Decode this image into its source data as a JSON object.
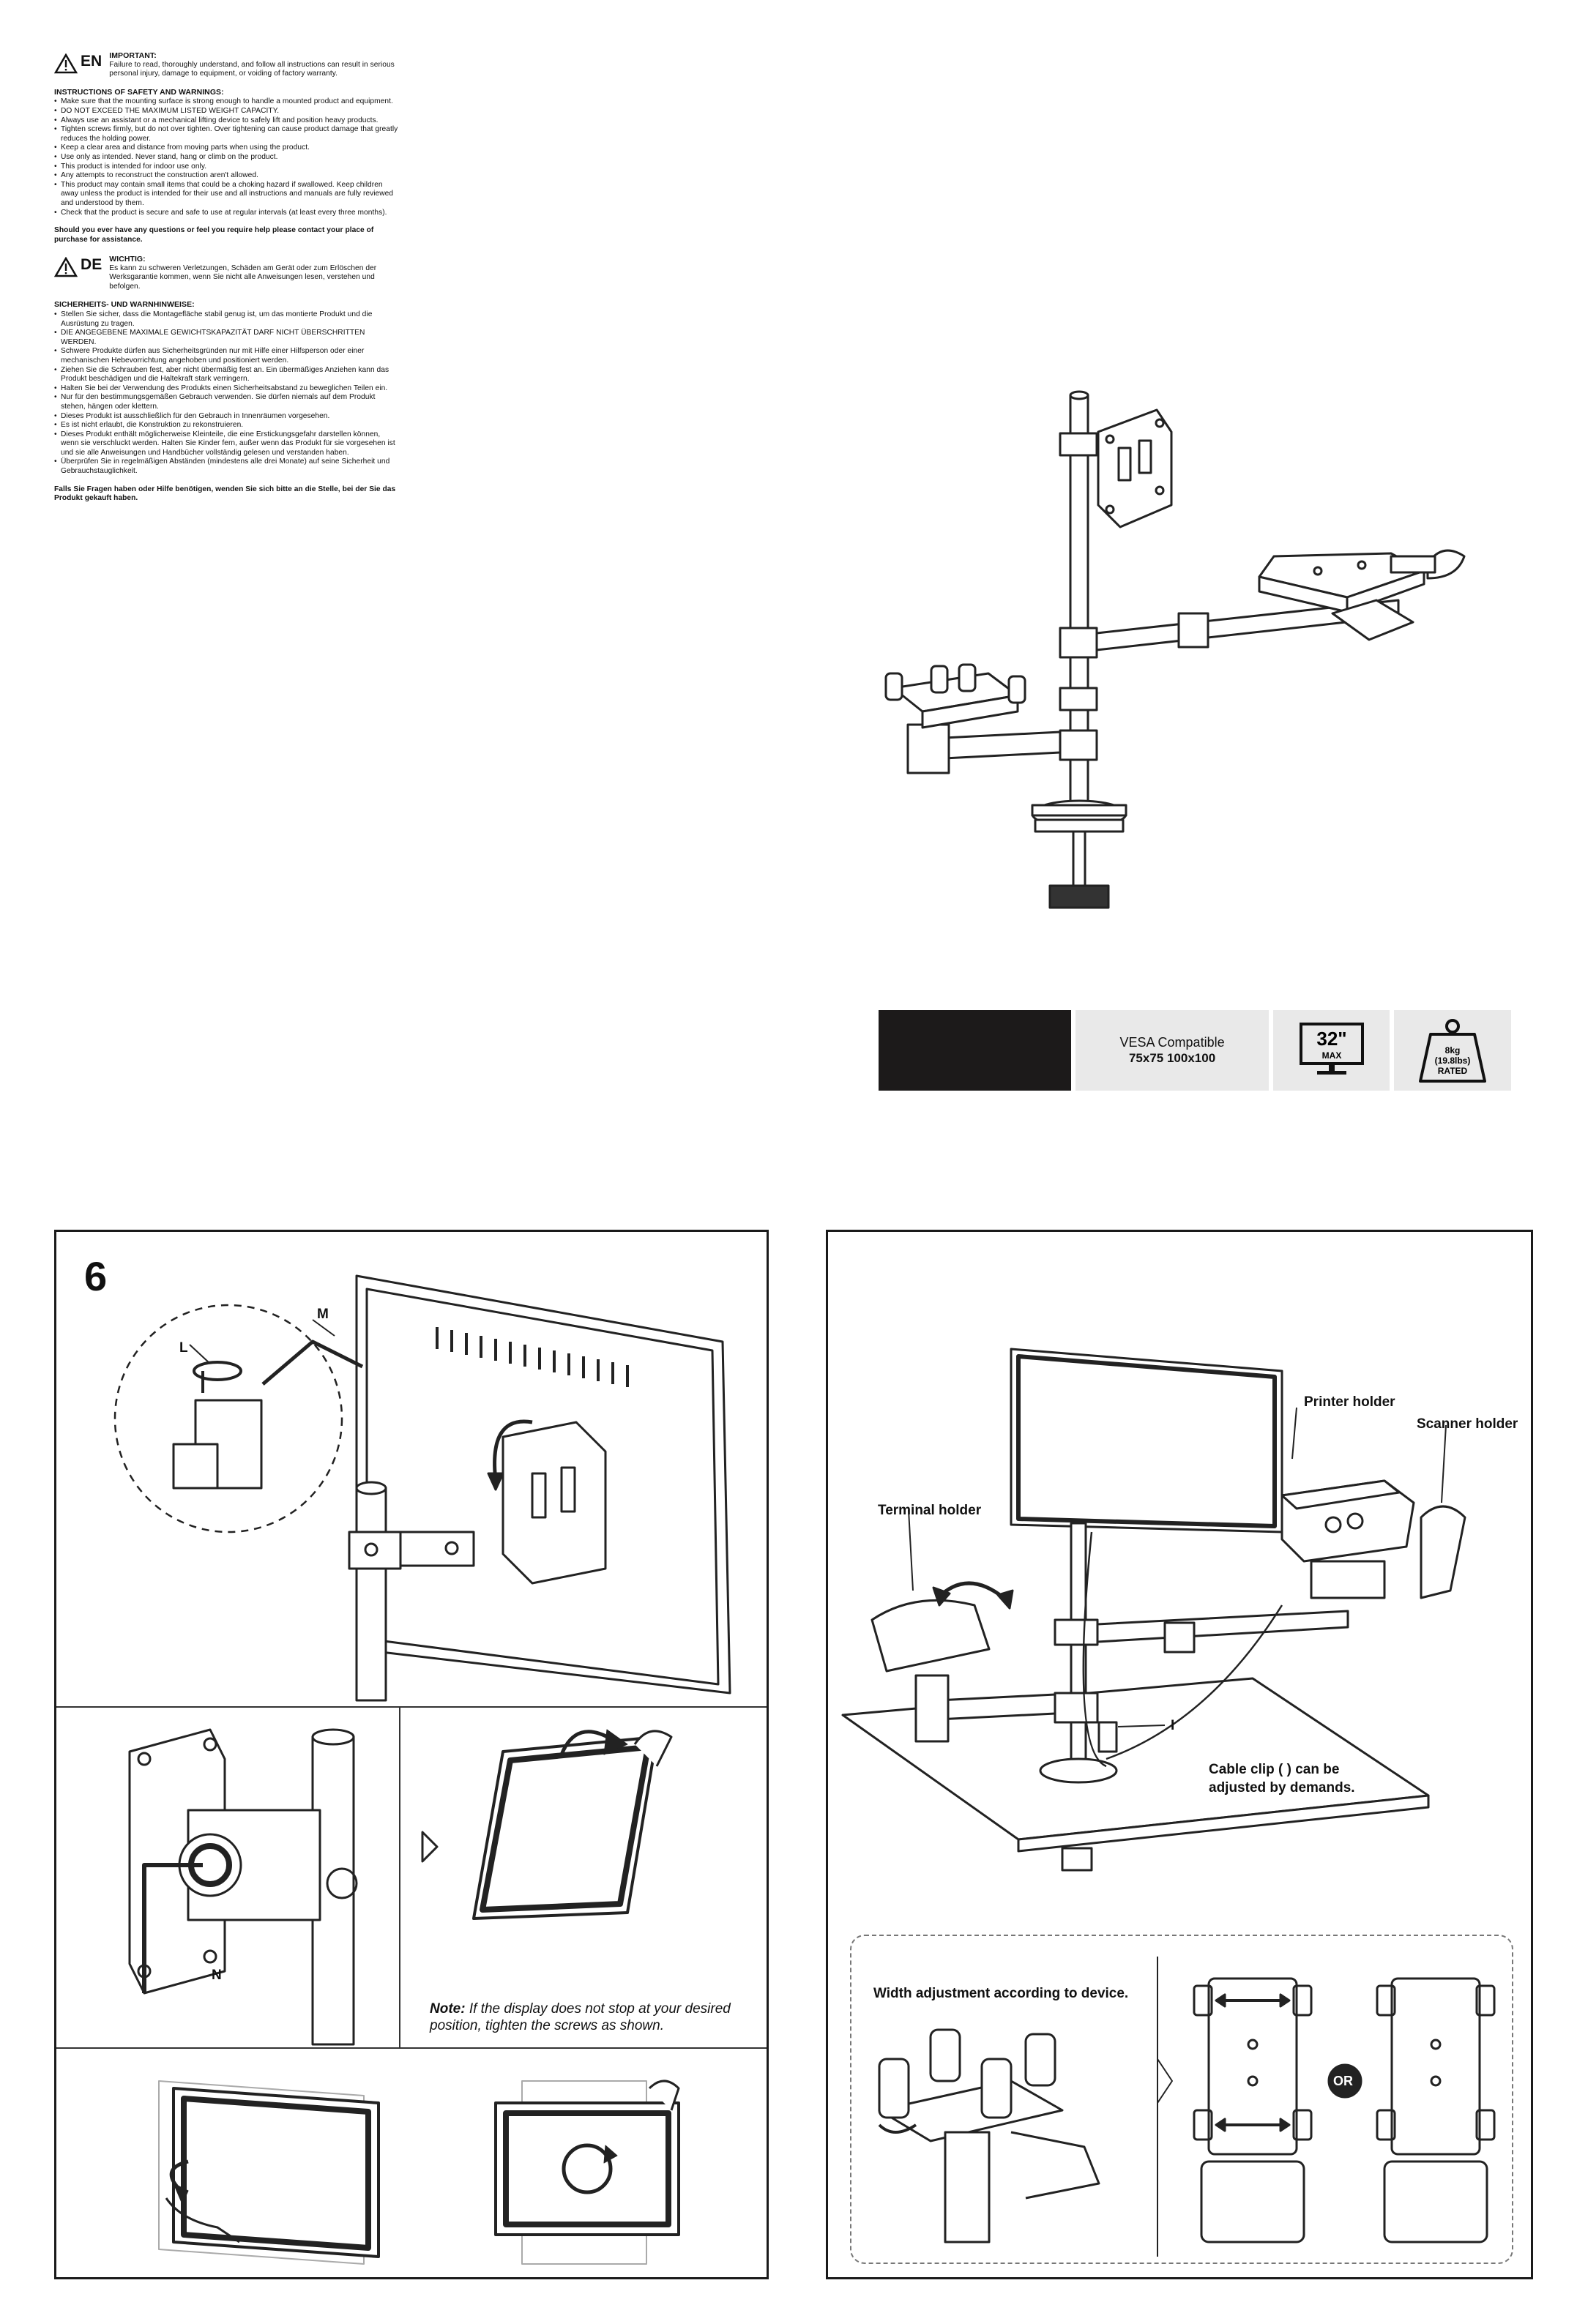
{
  "warnings_en": {
    "lang": "EN",
    "important_title": "IMPORTANT:",
    "important_text": "Failure to read, thoroughly understand, and follow all instructions can result in serious personal injury, damage to equipment, or voiding of factory warranty.",
    "heading": "INSTRUCTIONS OF SAFETY AND WARNINGS:",
    "items": [
      "Make sure that the mounting surface is strong enough to handle a mounted product and equipment.",
      "DO NOT EXCEED THE MAXIMUM LISTED WEIGHT CAPACITY.",
      "Always use an assistant or a mechanical lifting device to safely lift and position heavy products.",
      "Tighten screws firmly, but do not over tighten. Over tightening can cause product damage that greatly reduces the holding power.",
      "Keep a clear area and distance from moving parts when using the product.",
      "Use only as intended. Never stand, hang or climb on the product.",
      "This product is intended for indoor use only.",
      "Any attempts to reconstruct the construction aren't allowed.",
      "This product may contain small items that could be a choking hazard if swallowed. Keep children away unless the product is intended for their use and all instructions and manuals are fully reviewed and understood by them.",
      "Check that the product is secure and safe to use at regular intervals (at least every three months)."
    ],
    "contact": "Should you ever have any questions or feel you require help please contact your place of purchase for assistance."
  },
  "warnings_de": {
    "lang": "DE",
    "important_title": "WICHTIG:",
    "important_text": "Es kann zu schweren Verletzungen, Schäden am Gerät oder zum Erlöschen der Werksgarantie kommen, wenn Sie nicht alle Anweisungen lesen, verstehen und befolgen.",
    "heading": "SICHERHEITS- UND WARNHINWEISE:",
    "items": [
      "Stellen Sie sicher, dass die Montagefläche stabil genug ist, um das montierte Produkt und die Ausrüstung zu tragen.",
      "DIE ANGEGEBENE MAXIMALE GEWICHTSKAPAZITÄT DARF NICHT ÜBERSCHRITTEN WERDEN.",
      "Schwere Produkte dürfen aus Sicherheitsgründen nur mit Hilfe einer Hilfsperson oder einer mechanischen Hebevorrichtung angehoben und positioniert werden.",
      "Ziehen Sie die Schrauben fest, aber nicht übermäßig fest an. Ein übermäßiges Anziehen kann das Produkt beschädigen und die Haltekraft stark verringern.",
      "Halten Sie bei der Verwendung des Produkts einen Sicherheitsabstand zu beweglichen Teilen ein.",
      "Nur für den bestimmungsgemäßen Gebrauch verwenden. Sie dürfen niemals auf dem Produkt stehen, hängen oder klettern.",
      "Dieses Produkt ist ausschließlich für den Gebrauch in Innenräumen vorgesehen.",
      "Es ist nicht erlaubt, die Konstruktion zu rekonstruieren.",
      "Dieses Produkt enthält möglicherweise Kleinteile, die eine Erstickungsgefahr darstellen können, wenn sie verschluckt werden. Halten Sie Kinder fern, außer wenn das Produkt für sie vorgesehen ist und sie alle Anweisungen und Handbücher vollständig gelesen und verstanden haben.",
      "Überprüfen Sie in regelmäßigen Abständen (mindestens alle drei Monate) auf seine Sicherheit und Gebrauchstauglichkeit."
    ],
    "contact": "Falls Sie Fragen haben oder Hilfe benötigen, wenden Sie sich bitte an die Stelle, bei der Sie das Produkt gekauft haben."
  },
  "specs": {
    "vesa_title": "VESA Compatible",
    "vesa_sizes": "75x75 100x100",
    "screen_size": "32\"",
    "screen_max": "MAX",
    "weight": "8kg",
    "weight_lbs": "(19.8lbs)",
    "weight_rated": "RATED"
  },
  "step6": {
    "number": "6",
    "label_m": "M",
    "label_l": "L",
    "label_n": "N",
    "note_bold": "Note:",
    "note_text": "If the display does not stop at your desired position, tighten the screws as shown."
  },
  "setup": {
    "printer_holder": "Printer holder",
    "scanner_holder": "Scanner holder",
    "terminal_holder": "Terminal holder",
    "clip_label": "I",
    "cable_clip_line1": "Cable clip (  ) can be",
    "cable_clip_line2": "adjusted by demands.",
    "width_title": "Width adjustment according to device.",
    "or_label": "OR"
  }
}
